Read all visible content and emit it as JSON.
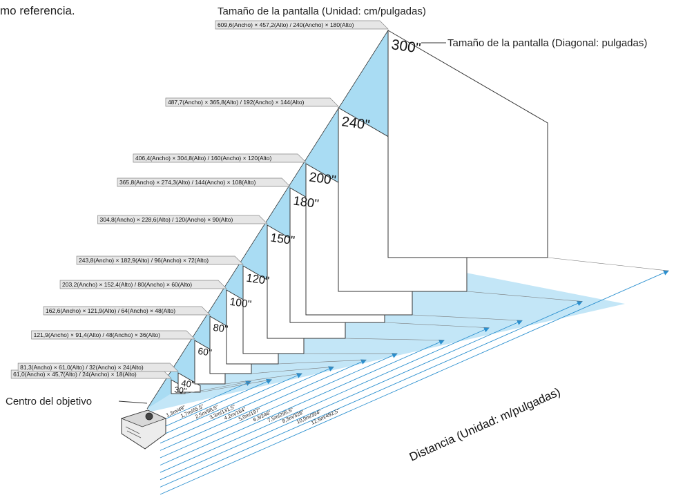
{
  "intro_fragment": "mo referencia.",
  "screen_size_title": "Tamaño de la pantalla (Unidad: cm/pulgadas)",
  "diagonal_title": "Tamaño de la pantalla (Diagonal: pulgadas)",
  "lens_center_label": "Centro del objetivo",
  "distance_axis_label": "Distancia (Unidad: m/pulgadas)",
  "colors": {
    "beam": "#a9dcf3",
    "line": "#333333",
    "arrow": "#2a8fcf",
    "label_fill": "#e6e6e6"
  },
  "screens": [
    {
      "diagonal": "30\"",
      "size_label": "61,0(Ancho) × 45,7(Alto) / 24(Ancho) × 18(Alto)",
      "distance": "1,3m/49\""
    },
    {
      "diagonal": "40\"",
      "size_label": "81,3(Ancho) × 61,0(Alto) / 32(Ancho) × 24(Alto)",
      "distance": "1,7m/65,5\""
    },
    {
      "diagonal": "60\"",
      "size_label": "121,9(Ancho) × 91,4(Alto) / 48(Ancho) × 36(Alto)",
      "distance": "2,5m/98,5\""
    },
    {
      "diagonal": "80\"",
      "size_label": "162,6(Ancho) × 121,9(Alto) / 64(Ancho) × 48(Alto)",
      "distance": "3,3m/131,5\""
    },
    {
      "diagonal": "100\"",
      "size_label": "203,2(Ancho) × 152,4(Alto) / 80(Ancho) × 60(Alto)",
      "distance": "4,2m/164\""
    },
    {
      "diagonal": "120\"",
      "size_label": "243,8(Ancho) × 182,9(Alto) / 96(Ancho) × 72(Alto)",
      "distance": "5,0m/197\""
    },
    {
      "diagonal": "150\"",
      "size_label": "304,8(Ancho) × 228,6(Alto) / 120(Ancho) × 90(Alto)",
      "distance": "6,3/246\""
    },
    {
      "diagonal": "180\"",
      "size_label": "365,8(Ancho) × 274,3(Alto) / 144(Ancho) × 108(Alto)",
      "distance": "7,5m/295,5\""
    },
    {
      "diagonal": "200\"",
      "size_label": "406,4(Ancho) × 304,8(Alto) / 160(Ancho) × 120(Alto)",
      "distance": "8,3m/328\""
    },
    {
      "diagonal": "240\"",
      "size_label": "487,7(Ancho) × 365,8(Alto) / 192(Ancho) × 144(Alto)",
      "distance": "10,0m/394\""
    },
    {
      "diagonal": "300\"",
      "size_label": "609,6(Ancho) × 457,2(Alto) / 240(Ancho) × 180(Alto)",
      "distance": "12,5m/492,5\""
    }
  ]
}
